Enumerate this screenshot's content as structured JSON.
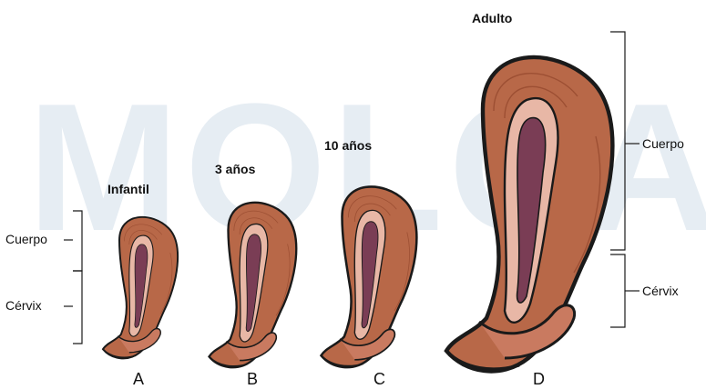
{
  "watermark": "MOLCA",
  "figures": [
    {
      "id": "A",
      "title": "Infantil",
      "letter": "A"
    },
    {
      "id": "B",
      "title": "3 años",
      "letter": "B"
    },
    {
      "id": "C",
      "title": "10 años",
      "letter": "C"
    },
    {
      "id": "D",
      "title": "Adulto",
      "letter": "D"
    }
  ],
  "labels": {
    "left_body": "Cuerpo",
    "left_cervix": "Cérvix",
    "right_body": "Cuerpo",
    "right_cervix": "Cérvix"
  },
  "colors": {
    "muscle": "#b86848",
    "muscle_dark": "#8a4027",
    "lining": "#e8b7a6",
    "cavity": "#7a3d55",
    "outline": "#1a1a1a",
    "watermark": "#e6edf3",
    "top_arc": "#f4c9cf"
  }
}
